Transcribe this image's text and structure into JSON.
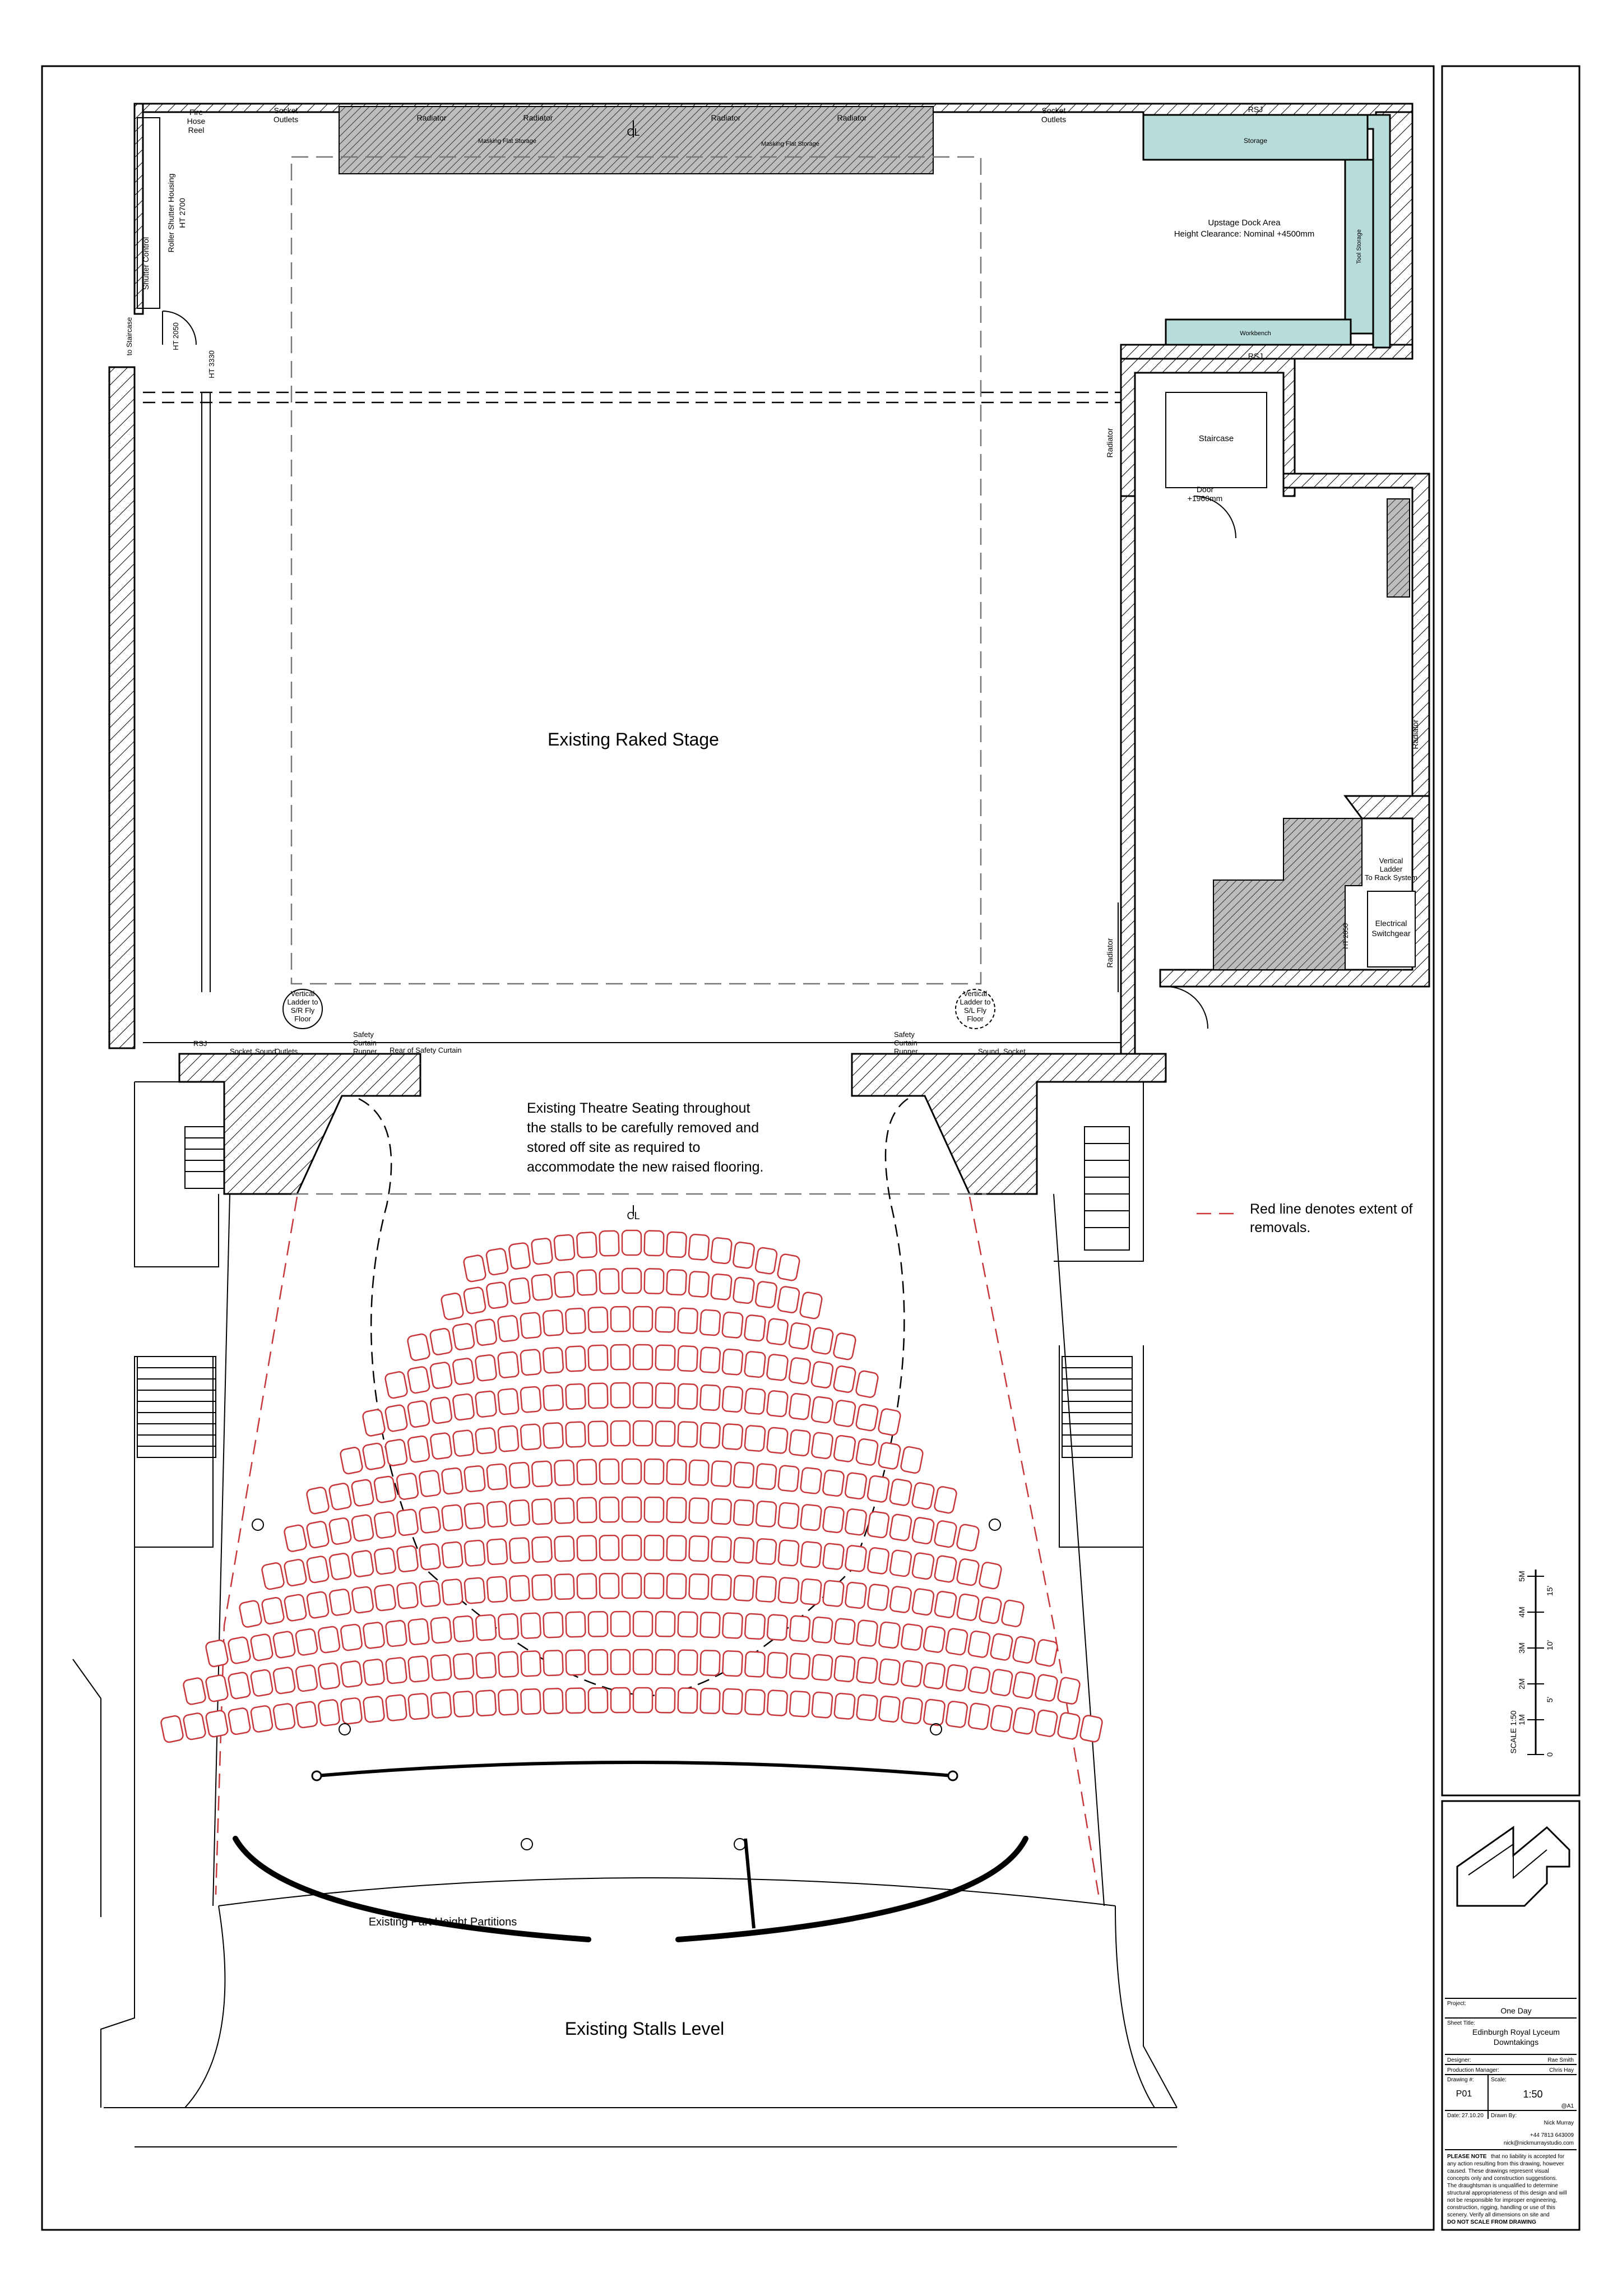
{
  "drawing": {
    "stage_label": "Existing Raked Stage",
    "seating_note": [
      "Existing Theatre Seating throughout",
      "the stalls to be carefully removed and",
      "stored off site as required to",
      "accommodate the new raised flooring."
    ],
    "legend_note": [
      "Red line denotes extent of",
      "removals."
    ],
    "partitions_label": "Existing  Part Height Partitions",
    "stalls_label": "Existing Stalls Level",
    "centre_line": "CL",
    "labels": {
      "fire_hose": [
        "Fire",
        "Hose",
        "Reel"
      ],
      "socket_outlets": [
        "Socket",
        "Outlets"
      ],
      "sound_outlets": [
        "Sound",
        "Outlets"
      ],
      "radiator": "Radiator",
      "masking_storage": "Masking Flat Storage",
      "roller_shutter": [
        "Roller Shutter Housing",
        "HT 2700"
      ],
      "shutter_control": "Shutter Control",
      "to_staircase": "to Staircase",
      "ht_2050": "HT 2050",
      "ht_3330": "HT 3330",
      "storage": "Storage",
      "upstage_dock": [
        "Upstage Dock Area",
        "Height Clearance: Nominal +4500mm"
      ],
      "workbench": "Workbench",
      "tool_storage": "Tool Storage",
      "rsj": "RSJ",
      "staircase": "Staircase",
      "door": [
        "Door",
        "+1960mm"
      ],
      "electrical": [
        "Electrical",
        "Switchgear"
      ],
      "vertical_ladder_sr": [
        "Vertical",
        "Ladder to",
        "S/R Fly",
        "Floor"
      ],
      "vertical_ladder_sl": [
        "Vertical",
        "Ladder to",
        "S/L Fly",
        "Floor"
      ],
      "vertical_ladder_rack": [
        "Vertical",
        "Ladder",
        "To Rack System"
      ],
      "safety_curtain_runner": [
        "Safety",
        "Curtain",
        "Runner"
      ],
      "rear_safety_curtain": "Rear of Safety Curtain"
    },
    "scale_bar": {
      "title": "SCALE 1:50",
      "metres": [
        "1M",
        "2M",
        "3M",
        "4M",
        "5M"
      ],
      "feet": [
        "0",
        "5'",
        "10'",
        "15'"
      ]
    }
  },
  "title_block": {
    "project_label": "Project:",
    "project": "One Day",
    "sheet_title_label": "Sheet Title:",
    "sheet_title": [
      "Edinburgh Royal Lyceum",
      "Downtakings"
    ],
    "designer_label": "Designer:",
    "designer": "Rae Smith",
    "production_manager_label": "Production Manager:",
    "production_manager": "Chris Hay",
    "drawing_no_label": "Drawing #:",
    "drawing_no": "P01",
    "scale_label": "Scale:",
    "scale": "1:50",
    "paper": "@A1",
    "date_label": "Date:",
    "date": "27.10.20",
    "drawn_by_label": "Drawn By:",
    "drawn_by": "Nick Murray",
    "phone": "+44 7813 643009",
    "email": "nick@nickmurraystudio.com",
    "notice_lead": "PLEASE NOTE",
    "notice": [
      "that no liability is accepted for",
      "any action resulting from this drawing, however",
      "caused.  These drawings represent visual",
      "concepts only and construction suggestions.",
      "The draughtsman is unqualified to determine",
      "structural appropriateness of this design and will",
      "not be responsible for improper engineering,",
      "construction, rigging, handling or use of this",
      "scenery. Verify all dimensions on site and"
    ],
    "notice_last": "DO NOT SCALE FROM DRAWING"
  }
}
